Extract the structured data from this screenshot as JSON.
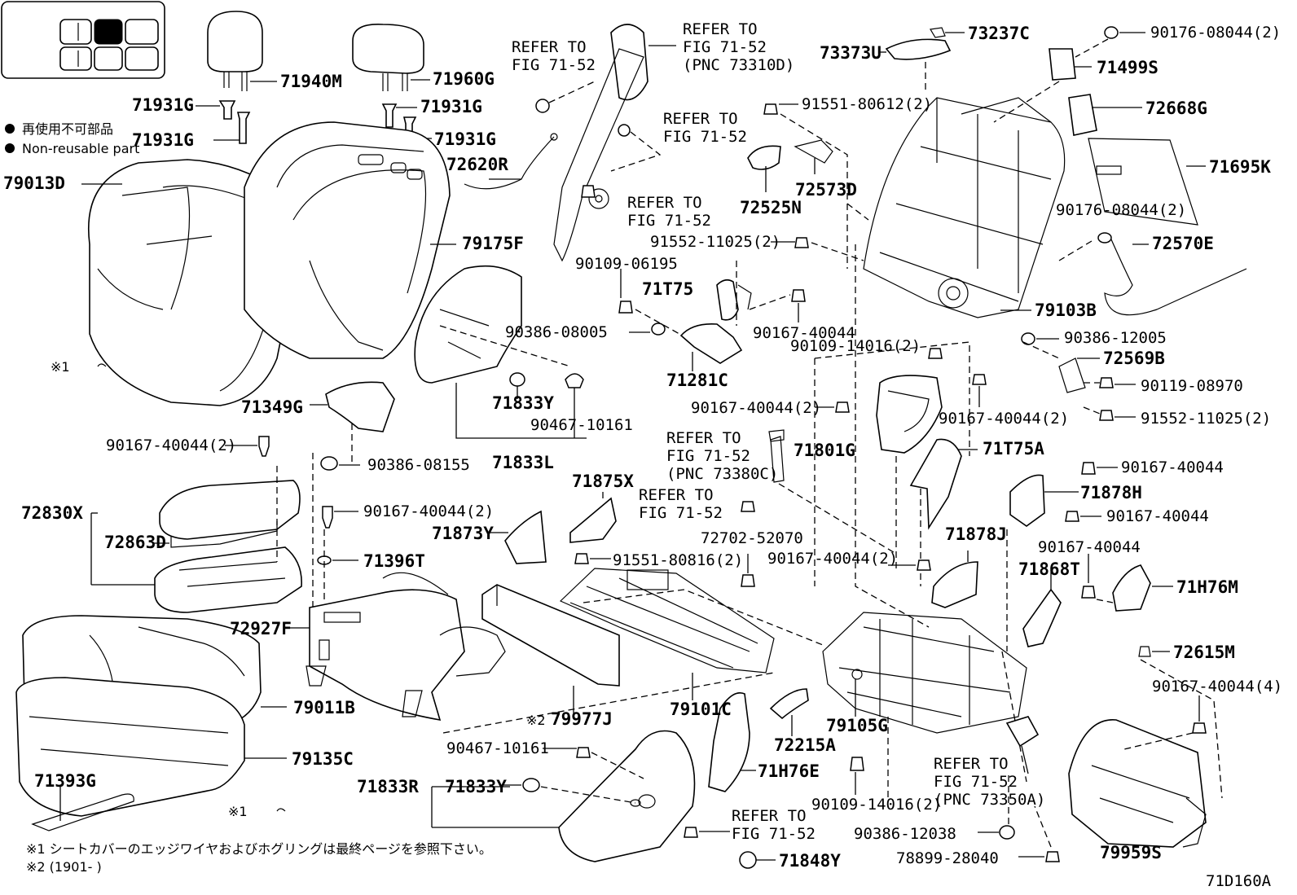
{
  "legend": {
    "non_reusable_jp": "再使用不可部品",
    "non_reusable_en": "Non-reusable part"
  },
  "notes": {
    "note1": "※1 シートカバーのエッジワイヤおよびホグリングは最終ページを参照下さい。",
    "note2": "※2 (1901-        )",
    "mark1": "※1",
    "mark2": "※2"
  },
  "figure_id": "71D160A",
  "refs": {
    "refer_to": "REFER TO",
    "fig": "FIG 71-52",
    "pnc_73310d": "(PNC 73310D)",
    "pnc_73380c": "(PNC 73380C)",
    "pnc_73350a": "(PNC 73350A)"
  },
  "parts": {
    "p71940M": "71940M",
    "p71960G": "71960G",
    "p71931G": "71931G",
    "p79013D": "79013D",
    "p72620R": "72620R",
    "p79175F": "79175F",
    "p71349G": "71349G",
    "p90386_08155": "90386-08155",
    "p90167_40044_2": "90167-40044(2)",
    "p72830X": "72830X",
    "p72863D": "72863D",
    "p71396T": "71396T",
    "p72927F": "72927F",
    "p79011B": "79011B",
    "p79135C": "79135C",
    "p71393G": "71393G",
    "p71833Y": "71833Y",
    "p90467_10161": "90467-10161",
    "p71833L": "71833L",
    "p90109_06195": "90109-06195",
    "p90386_08005": "90386-08005",
    "p71T75": "71T75",
    "p71281C": "71281C",
    "p90167_40044": "90167-40044",
    "p71875X": "71875X",
    "p71873Y": "71873Y",
    "p91551_80816_2": "91551-80816(2)",
    "p72702_52070": "72702-52070",
    "p79977J": "79977J",
    "p79101C": "79101C",
    "p71833R": "71833R",
    "p71H76E": "71H76E",
    "p71848Y": "71848Y",
    "p72215A": "72215A",
    "p73373U": "73373U",
    "p73237C": "73237C",
    "p91551_80612_2": "91551-80612(2)",
    "p72525N": "72525N",
    "p72573D": "72573D",
    "p91552_11025_2": "91552-11025(2)",
    "p90109_14016_2": "90109-14016(2)",
    "p71801G": "71801G",
    "p71T75A": "71T75A",
    "p71878J": "71878J",
    "p79105G": "79105G",
    "p90176_08044_2": "90176-08044(2)",
    "p71499S": "71499S",
    "p72668G": "72668G",
    "p71695K": "71695K",
    "p72570E": "72570E",
    "p79103B": "79103B",
    "p90386_12005": "90386-12005",
    "p72569B": "72569B",
    "p90119_08970": "90119-08970",
    "p71878H": "71878H",
    "p71868T": "71868T",
    "p71H76M": "71H76M",
    "p72615M": "72615M",
    "p90167_40044_4": "90167-40044(4)",
    "p79959S": "79959S",
    "p90386_12038": "90386-12038",
    "p78899_28040": "78899-28040"
  }
}
